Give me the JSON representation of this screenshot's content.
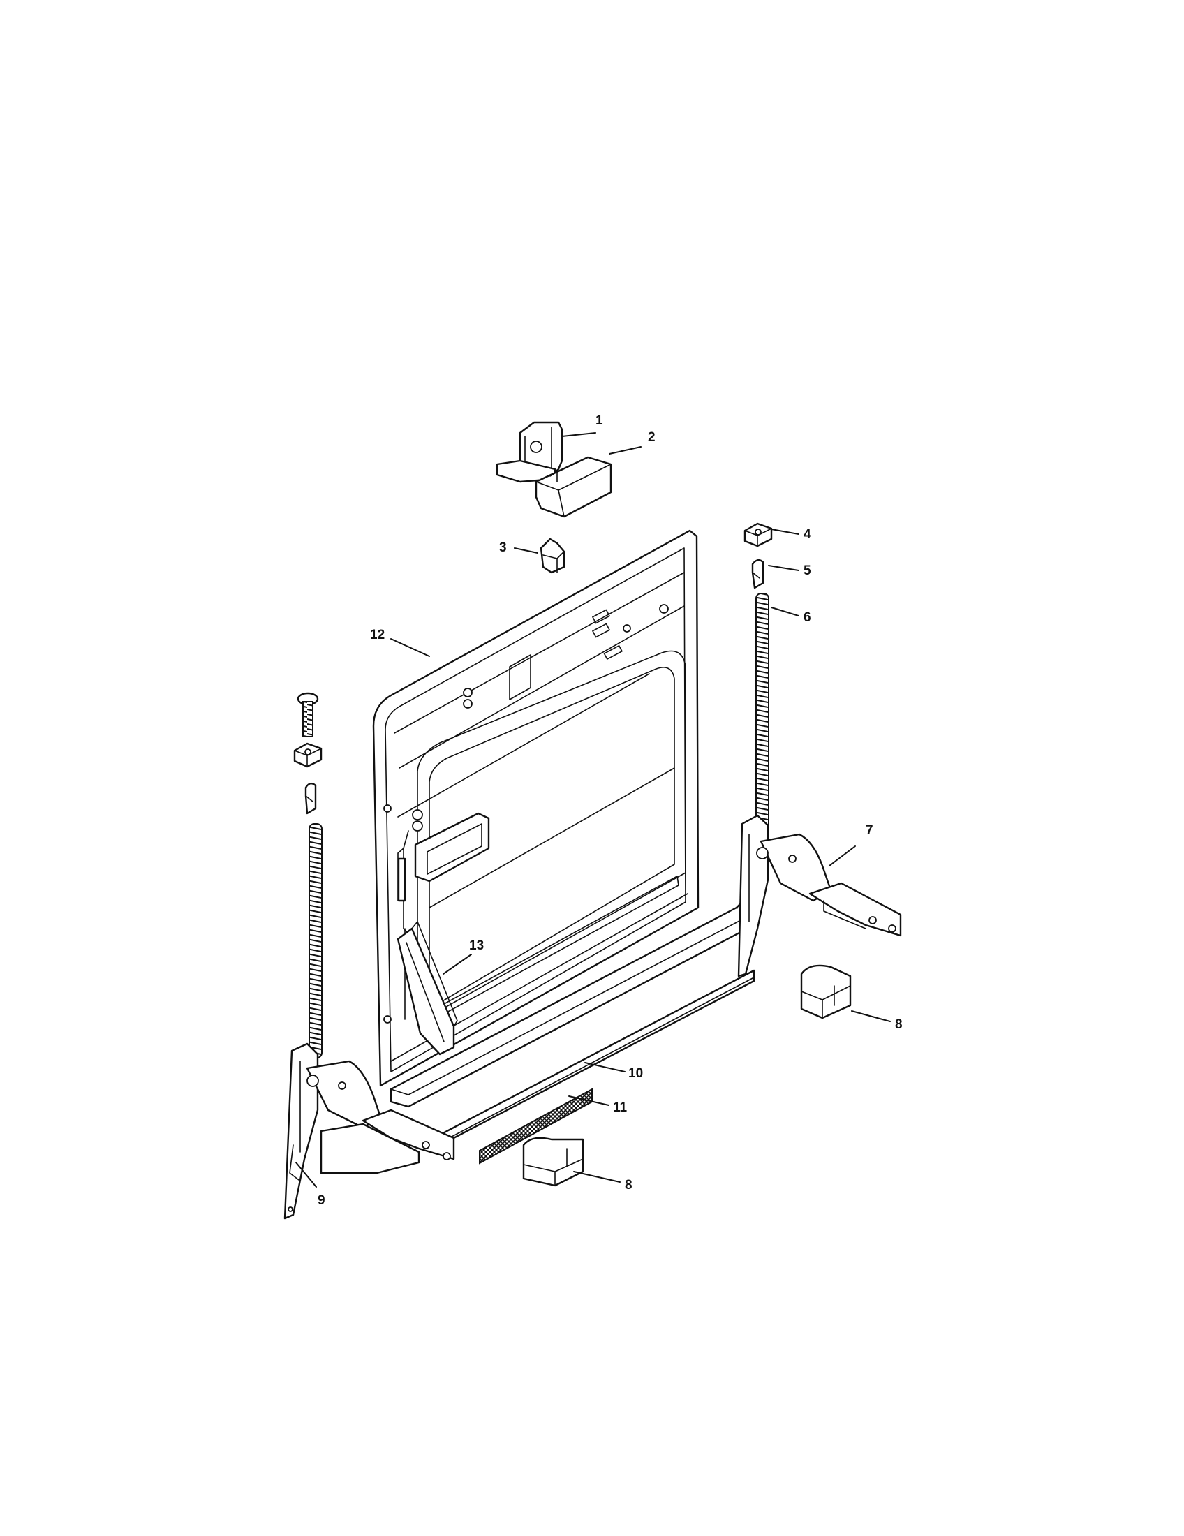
{
  "callouts": [
    {
      "id": "c1",
      "text": "1"
    },
    {
      "id": "c2",
      "text": "2"
    },
    {
      "id": "c3",
      "text": "3"
    },
    {
      "id": "c4",
      "text": "4"
    },
    {
      "id": "c5",
      "text": "5"
    },
    {
      "id": "c6",
      "text": "6"
    },
    {
      "id": "c7",
      "text": "7"
    },
    {
      "id": "c8a",
      "text": "8"
    },
    {
      "id": "c8b",
      "text": "8"
    },
    {
      "id": "c9",
      "text": "9"
    },
    {
      "id": "c10",
      "text": "10"
    },
    {
      "id": "c11",
      "text": "11"
    },
    {
      "id": "c12",
      "text": "12"
    },
    {
      "id": "c13",
      "text": "13"
    }
  ]
}
